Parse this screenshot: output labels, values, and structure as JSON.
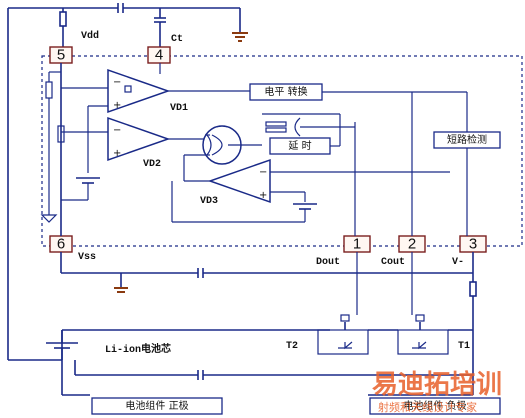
{
  "labels": {
    "vdd": "Vdd",
    "ct": "Ct",
    "vd1": "VD1",
    "vd2": "VD2",
    "vd3": "VD3",
    "vss": "Vss",
    "dout": "Dout",
    "cout": "Cout",
    "vminus": "V-",
    "t1": "T1",
    "t2": "T2",
    "level_shift": "电平 转换",
    "delay": "延 时",
    "short_detect": "短路检测",
    "cell": "Li-ion电池芯",
    "pack_plus": "电池组件 正极",
    "pack_minus": "电池组件 负极"
  },
  "pins": [
    "5",
    "4",
    "6",
    "1",
    "2",
    "3"
  ],
  "watermark": {
    "title": "易迪拓培训",
    "subtitle": "射频和天线设计专家"
  },
  "colors": {
    "wire": "#1a2a88",
    "pin_border": "#7a1f1f",
    "ground": "#8a3a10",
    "watermark": "#e8602a"
  }
}
